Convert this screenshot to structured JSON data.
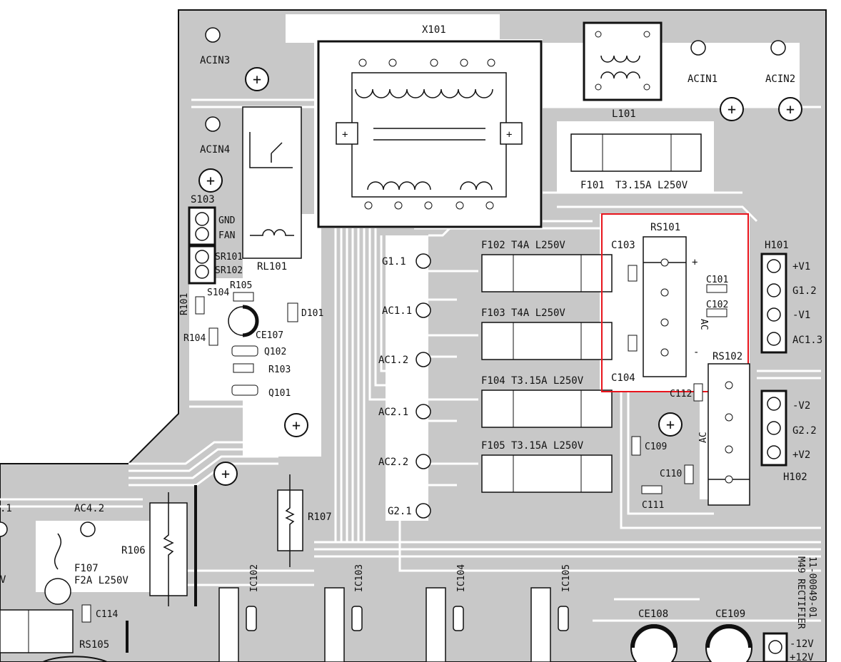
{
  "labels": {
    "x101": "X101",
    "l101": "L101",
    "acin1": "ACIN1",
    "acin2": "ACIN2",
    "acin3": "ACIN3",
    "acin4": "ACIN4",
    "f101": "F101",
    "f101_rating": "T3.15A L250V",
    "s103": "S103",
    "gnd": "GND",
    "fan": "FAN",
    "sr101": "SR101",
    "sr102": "SR102",
    "rl101": "RL101",
    "r101": "R101",
    "s104": "S104",
    "r105": "R105",
    "d101": "D101",
    "r104": "R104",
    "ce107": "CE107",
    "q102": "Q102",
    "r103": "R103",
    "q101": "Q101",
    "g11": "G1.1",
    "ac11": "AC1.1",
    "ac12": "AC1.2",
    "ac21": "AC2.1",
    "ac22": "AC2.2",
    "g21": "G2.1",
    "f102": "F102",
    "f102_rating": "T4A L250V",
    "f103": "F103",
    "f103_rating": "T4A L250V",
    "f104": "F104",
    "f104_rating": "T3.15A L250V",
    "f105": "F105",
    "f105_rating": "T3.15A L250V",
    "rs101": "RS101",
    "c103": "C103",
    "c104": "C104",
    "c101": "C101",
    "c102": "C102",
    "ac": "AC",
    "plus": "+",
    "minus": "-",
    "h101": "H101",
    "pv1": "+V1",
    "g12": "G1.2",
    "mv1": "-V1",
    "ac13": "AC1.3",
    "rs102": "RS102",
    "c112": "C112",
    "c109": "C109",
    "c110": "C110",
    "c111": "C111",
    "mv2": "-V2",
    "g22": "G2.2",
    "pv2": "+V2",
    "h102": "H102",
    "ac42": "AC4.2",
    "r106": "R106",
    "r107": "R107",
    "f107": "F107",
    "f107_rating": "F2A L250V",
    "c114": "C114",
    "rs105": "RS105",
    "ic102": "IC102",
    "ic103": "IC103",
    "ic104": "IC104",
    "ic105": "IC105",
    "ce108": "CE108",
    "ce109": "CE109",
    "m12v": "-12V",
    "p12v": "+12V",
    "board_id": "11-00049-01",
    "board_name": "M49 RECTIFIER",
    "edge_1": ".1",
    "edge_v": "V"
  },
  "colors": {
    "copper": "#c6c6c6",
    "substrate": "#ffffff",
    "silk": "#111111",
    "highlight": "#e8141c"
  }
}
